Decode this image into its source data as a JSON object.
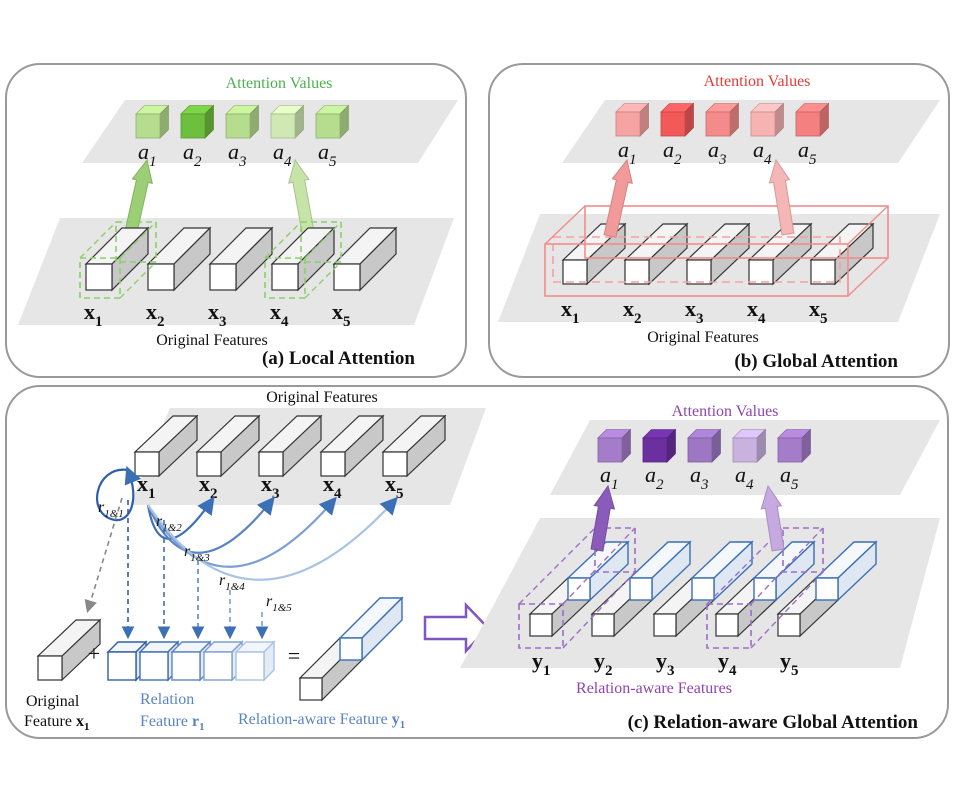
{
  "colors": {
    "green_dark": "#6fbf3f",
    "green_light": "#b6dc8e",
    "red_dark": "#f25a5a",
    "red_light": "#f7b2b2",
    "purple_dark": "#6b2fa0",
    "purple_light": "#b596d1",
    "blue": "#3b6fb6",
    "blue_light": "#a9c3e4",
    "panel_border": "#999999",
    "plane": "#e6e6e6"
  },
  "panel_a": {
    "attention_title": "Attention Values",
    "attention_labels": [
      "a",
      "a",
      "a",
      "a",
      "a"
    ],
    "attention_subs": [
      "1",
      "2",
      "3",
      "4",
      "5"
    ],
    "feature_labels": [
      "x",
      "x",
      "x",
      "x",
      "x"
    ],
    "feature_subs": [
      "1",
      "2",
      "3",
      "4",
      "5"
    ],
    "features_caption": "Original Features",
    "caption": "(a) Local Attention"
  },
  "panel_b": {
    "attention_title": "Attention Values",
    "attention_labels": [
      "a",
      "a",
      "a",
      "a",
      "a"
    ],
    "attention_subs": [
      "1",
      "2",
      "3",
      "4",
      "5"
    ],
    "feature_labels": [
      "x",
      "x",
      "x",
      "x",
      "x"
    ],
    "feature_subs": [
      "1",
      "2",
      "3",
      "4",
      "5"
    ],
    "features_caption": "Original Features",
    "caption": "(b) Global Attention"
  },
  "panel_c": {
    "features_title": "Original Features",
    "feature_labels": [
      "x",
      "x",
      "x",
      "x",
      "x"
    ],
    "feature_subs": [
      "1",
      "2",
      "3",
      "4",
      "5"
    ],
    "relations": [
      "r",
      "r",
      "r",
      "r",
      "r"
    ],
    "relation_subs": [
      "1&1",
      "1&2",
      "1&3",
      "1&4",
      "1&5"
    ],
    "plus": "+",
    "equals": "=",
    "original_feature_line1": "Original",
    "original_feature_line2": "Feature",
    "original_feature_var": "x",
    "original_feature_sub": "1",
    "relation_feature_line1": "Relation",
    "relation_feature_line2": "Feature",
    "relation_feature_var": "r",
    "relation_feature_sub": "1",
    "relation_aware_feature_text": "Relation-aware Feature",
    "relation_aware_feature_var": "y",
    "relation_aware_feature_sub": "1",
    "attention_title": "Attention Values",
    "attention_labels": [
      "a",
      "a",
      "a",
      "a",
      "a"
    ],
    "attention_subs": [
      "1",
      "2",
      "3",
      "4",
      "5"
    ],
    "y_labels": [
      "y",
      "y",
      "y",
      "y",
      "y"
    ],
    "y_subs": [
      "1",
      "2",
      "3",
      "4",
      "5"
    ],
    "relation_aware_caption": "Relation-aware Features",
    "caption": "(c) Relation-aware Global Attention"
  }
}
